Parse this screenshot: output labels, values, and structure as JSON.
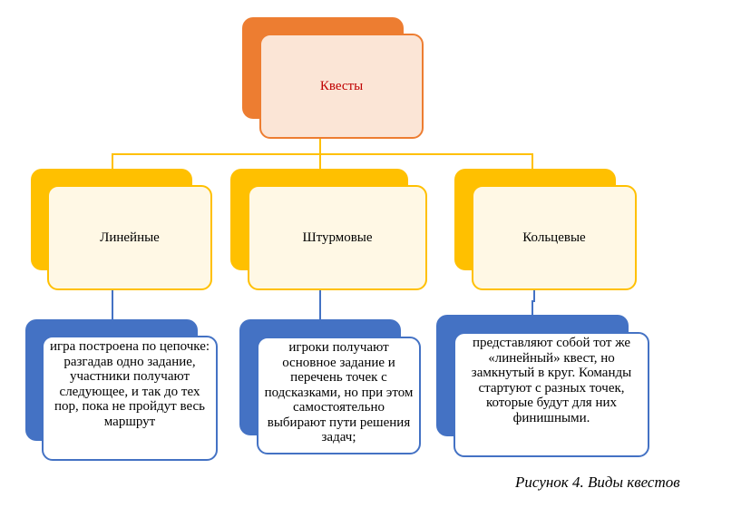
{
  "root": {
    "label": "Квесты",
    "color": "#C00000"
  },
  "categories": [
    {
      "label": "Линейные",
      "description": "игра построена по цепочке: разгадав одно задание, участники получают следующее, и так до тех пор, пока не пройдут весь маршрут"
    },
    {
      "label": "Штурмовые",
      "description": "игроки получают основное задание и перечень точек с подсказками, но при этом самостоятельно выбирают пути решения задач;"
    },
    {
      "label": "Кольцевые",
      "description": "представляют собой тот же «линейный» квест, но замкнутый в круг. Команды стартуют с разных точек, которые будут для них финишными."
    }
  ],
  "caption": "Рисунок 4. Виды квестов",
  "colors": {
    "orange": "#ED7D31",
    "gold": "#FFC000",
    "blue": "#4472C4"
  }
}
